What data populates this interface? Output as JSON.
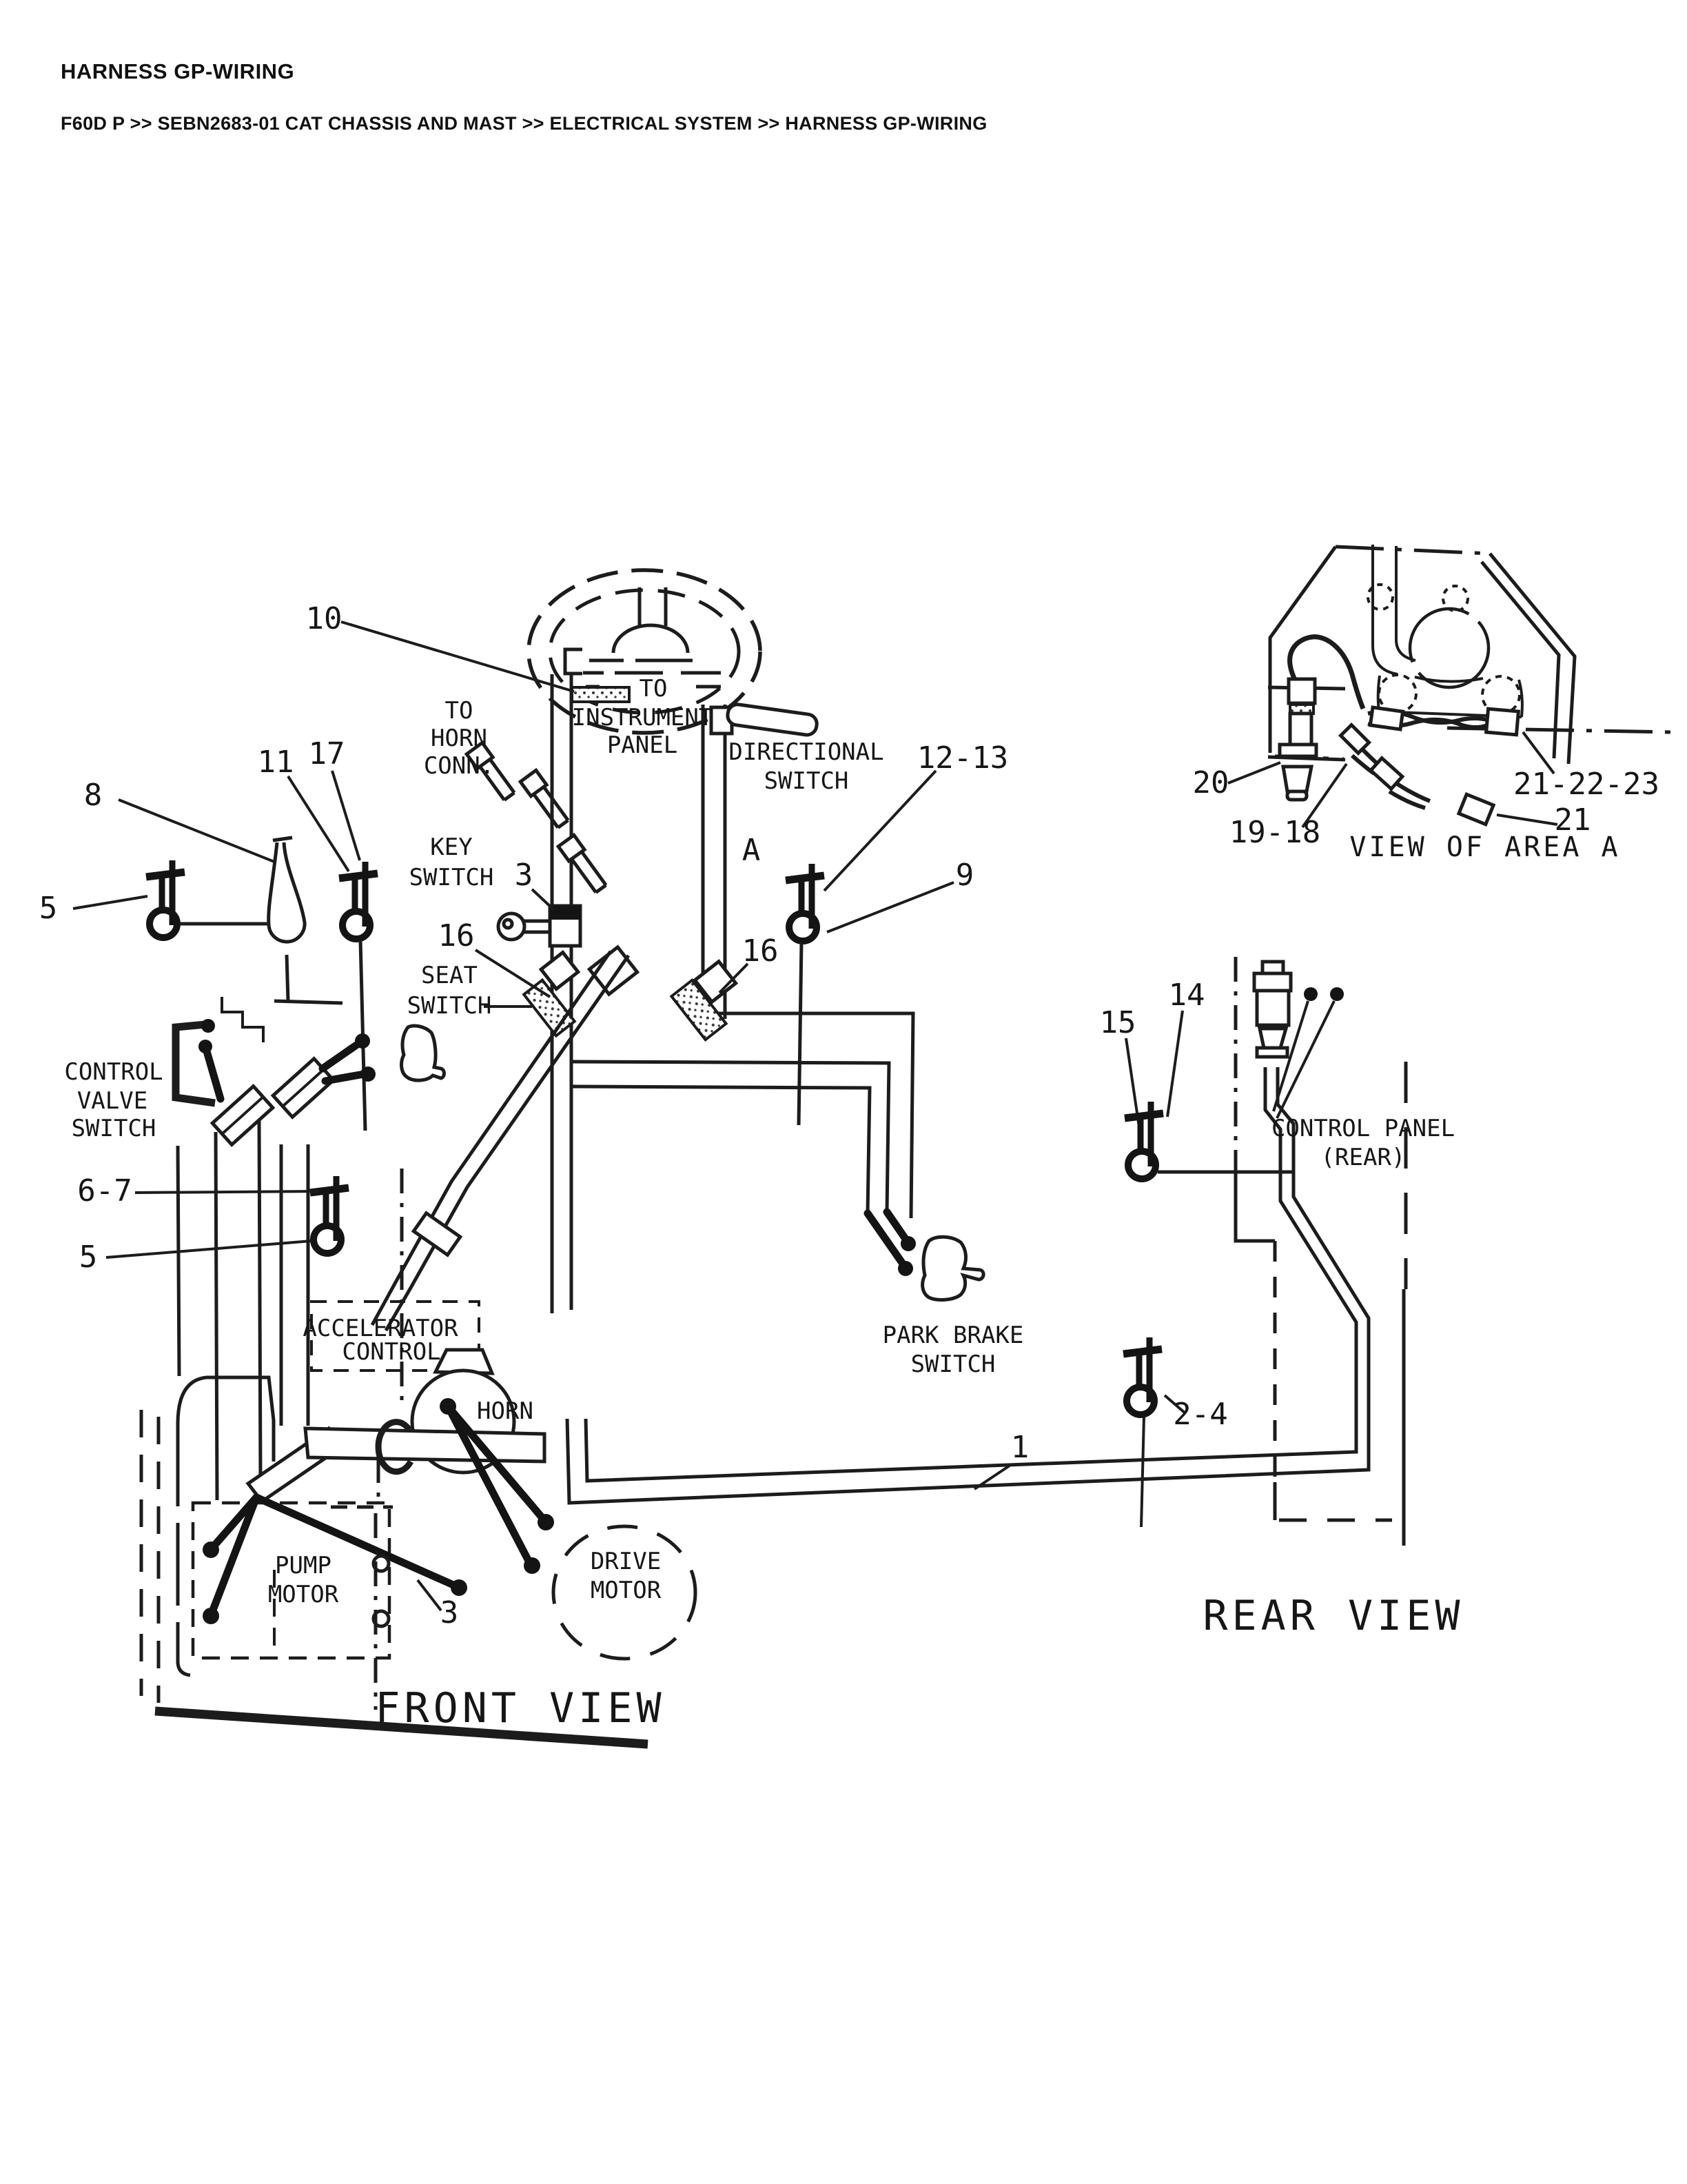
{
  "header": {
    "title": "HARNESS GP-WIRING",
    "breadcrumb": "F60D P >> SEBN2683-01 CAT CHASSIS AND MAST >> ELECTRICAL SYSTEM >> HARNESS GP-WIRING"
  },
  "front_view": {
    "caption": "FRONT VIEW",
    "labels": {
      "num_10": "10",
      "to_horn_1": "TO",
      "to_horn_2": "HORN",
      "to_horn_3": "CONN.",
      "to_instr_1": "TO",
      "to_instr_2": "INSTRUMENT",
      "to_instr_3": "PANEL",
      "directional_1": "DIRECTIONAL",
      "directional_2": "SWITCH",
      "area_a": "A",
      "num_12_13": "12-13",
      "num_9": "9",
      "num_8": "8",
      "num_11": "11",
      "num_17": "17",
      "num_5_upper": "5",
      "key_switch_1": "KEY",
      "key_switch_2": "SWITCH",
      "num_3_key": "3",
      "num_16_left": "16",
      "num_16_right": "16",
      "seat_switch_1": "SEAT",
      "seat_switch_2": "SWITCH",
      "control_valve_1": "CONTROL",
      "control_valve_2": "VALVE",
      "control_valve_3": "SWITCH",
      "num_6_7": "6-7",
      "num_5_lower": "5",
      "accelerator_1": "ACCELERATOR",
      "accelerator_2": "CONTROL",
      "horn": "HORN",
      "park_brake_1": "PARK BRAKE",
      "park_brake_2": "SWITCH",
      "pump_motor_1": "PUMP",
      "pump_motor_2": "MOTOR",
      "num_3_motor": "3",
      "drive_motor_1": "DRIVE",
      "drive_motor_2": "MOTOR",
      "num_1": "1",
      "num_2_4": "2-4",
      "num_15": "15",
      "num_14": "14",
      "control_panel_1": "CONTROL PANEL",
      "control_panel_2": "(REAR)"
    }
  },
  "rear_view": {
    "caption": "REAR VIEW",
    "view_of_area": "VIEW OF AREA A",
    "labels": {
      "num_20": "20",
      "num_19_18": "19-18",
      "num_21_22_23": "21-22-23",
      "num_21": "21"
    }
  }
}
